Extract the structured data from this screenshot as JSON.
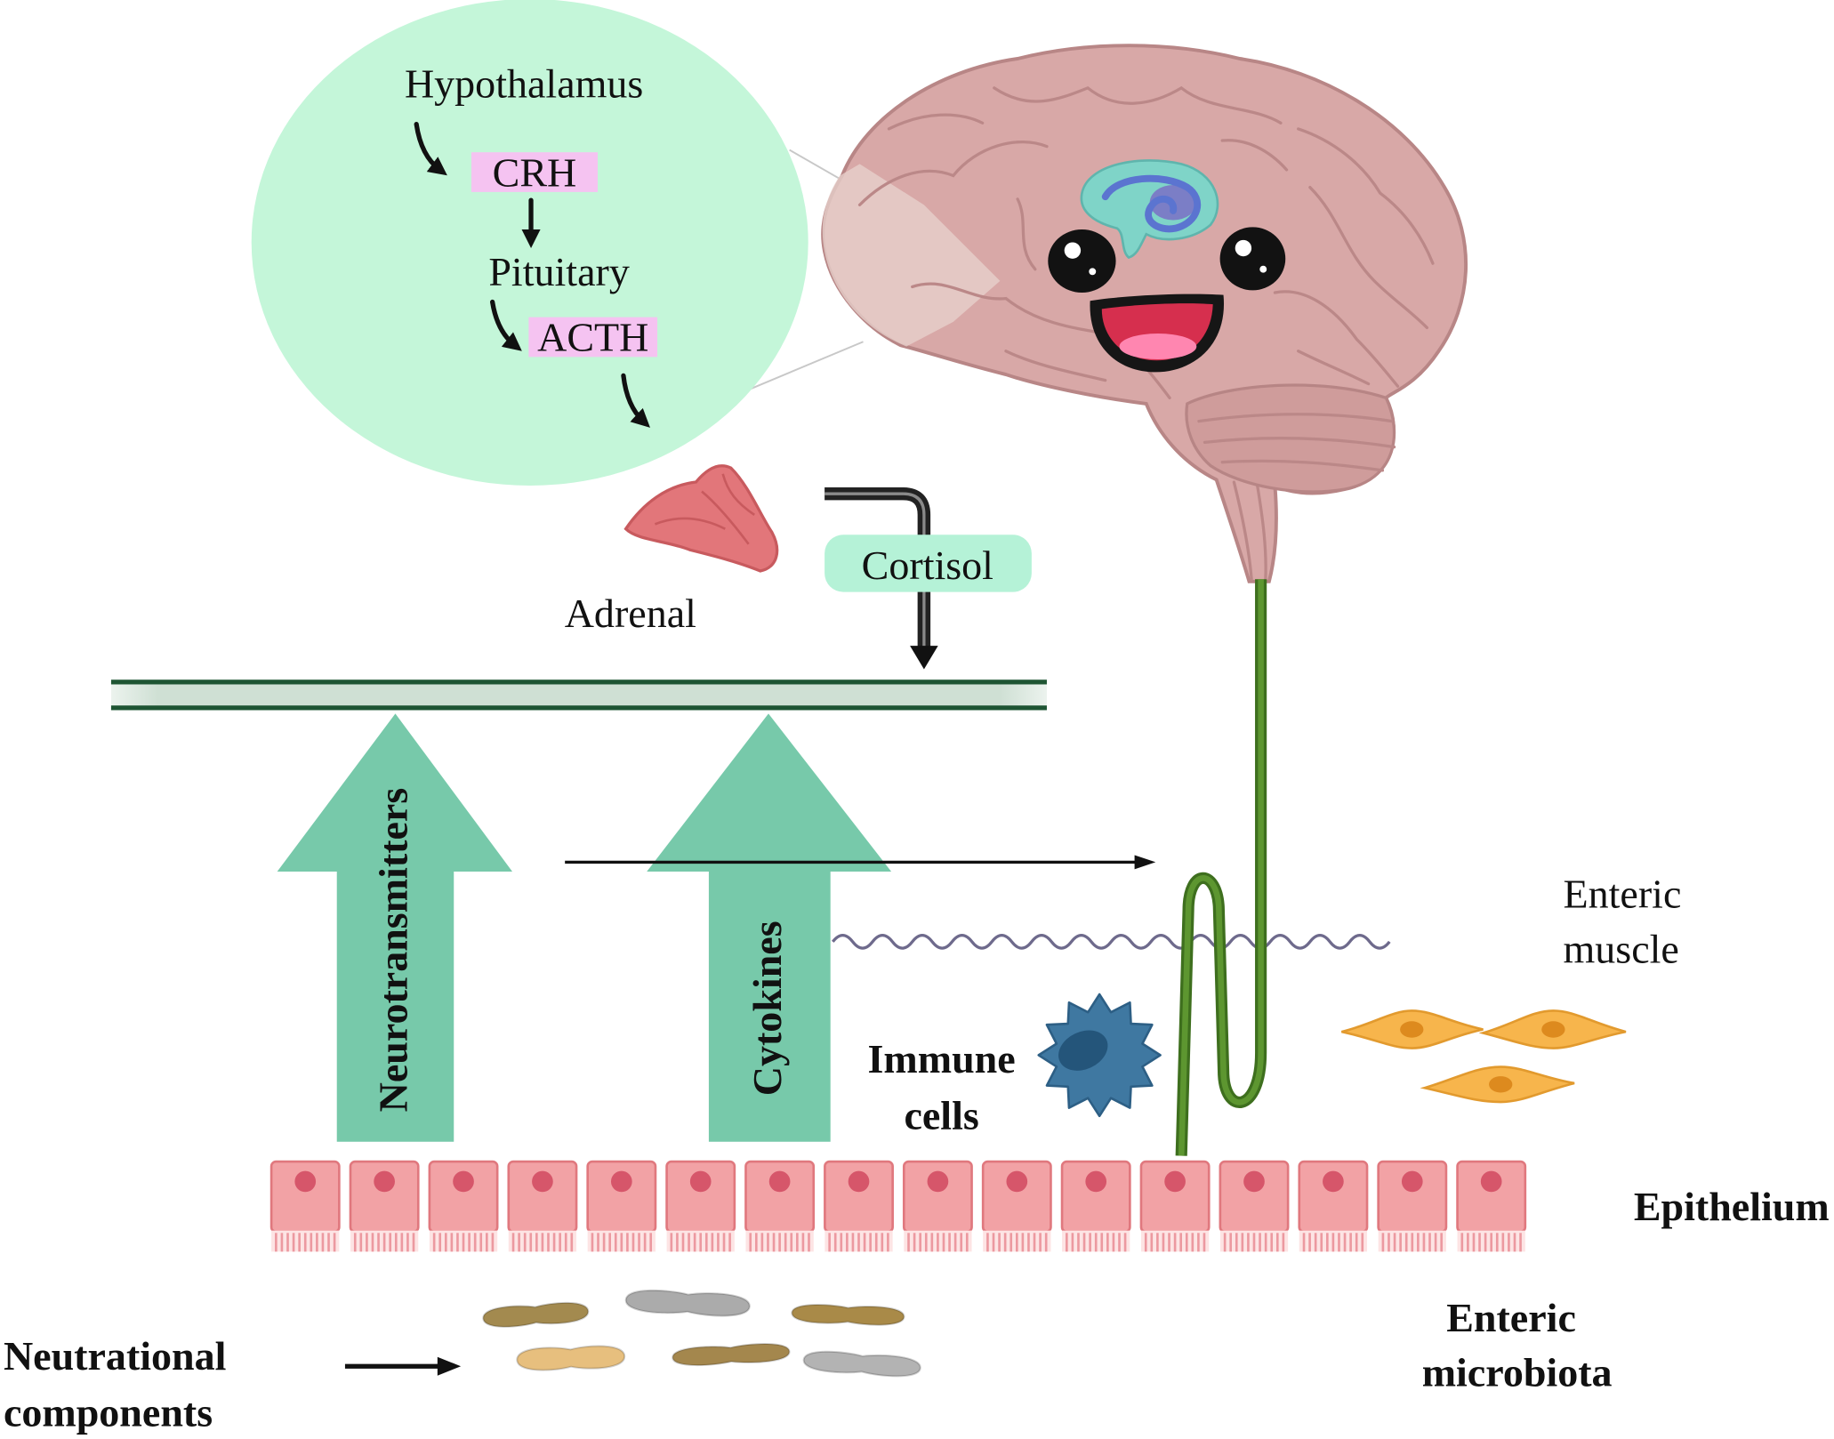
{
  "hpa_axis": {
    "hypothalamus": "Hypothalamus",
    "crh": "CRH",
    "pituitary": "Pituitary",
    "acth": "ACTH"
  },
  "adrenal": {
    "label": "Adrenal"
  },
  "cortisol": {
    "label": "Cortisol"
  },
  "signals": {
    "neurotransmitters": "Neurotransmitters",
    "cytokines": "Cytokines"
  },
  "immune_cells": {
    "lines": [
      "Immune",
      "cells"
    ]
  },
  "enteric_muscle": {
    "lines": [
      "Enteric",
      "muscle"
    ]
  },
  "epithelium": {
    "label": "Epithelium"
  },
  "enteric_microbiota": {
    "lines": [
      "Enteric",
      "microbiota"
    ]
  },
  "nutritional_components": {
    "lines": [
      "Neutrational",
      "components"
    ]
  },
  "colors": {
    "hpa_circle": "#c4f6d9",
    "hormone_highlight": "#f5c3f1",
    "cortisol_badge": "#b5f2d7",
    "signal_arrow": "#77c9aa",
    "vagus_nerve": "#5d9630",
    "brain": "#d8a8a7",
    "adrenal": "#e2767a",
    "epithelium": "#f2a2a5",
    "immune_cell": "#3f78a1",
    "muscle_cell": "#f7b54c"
  }
}
